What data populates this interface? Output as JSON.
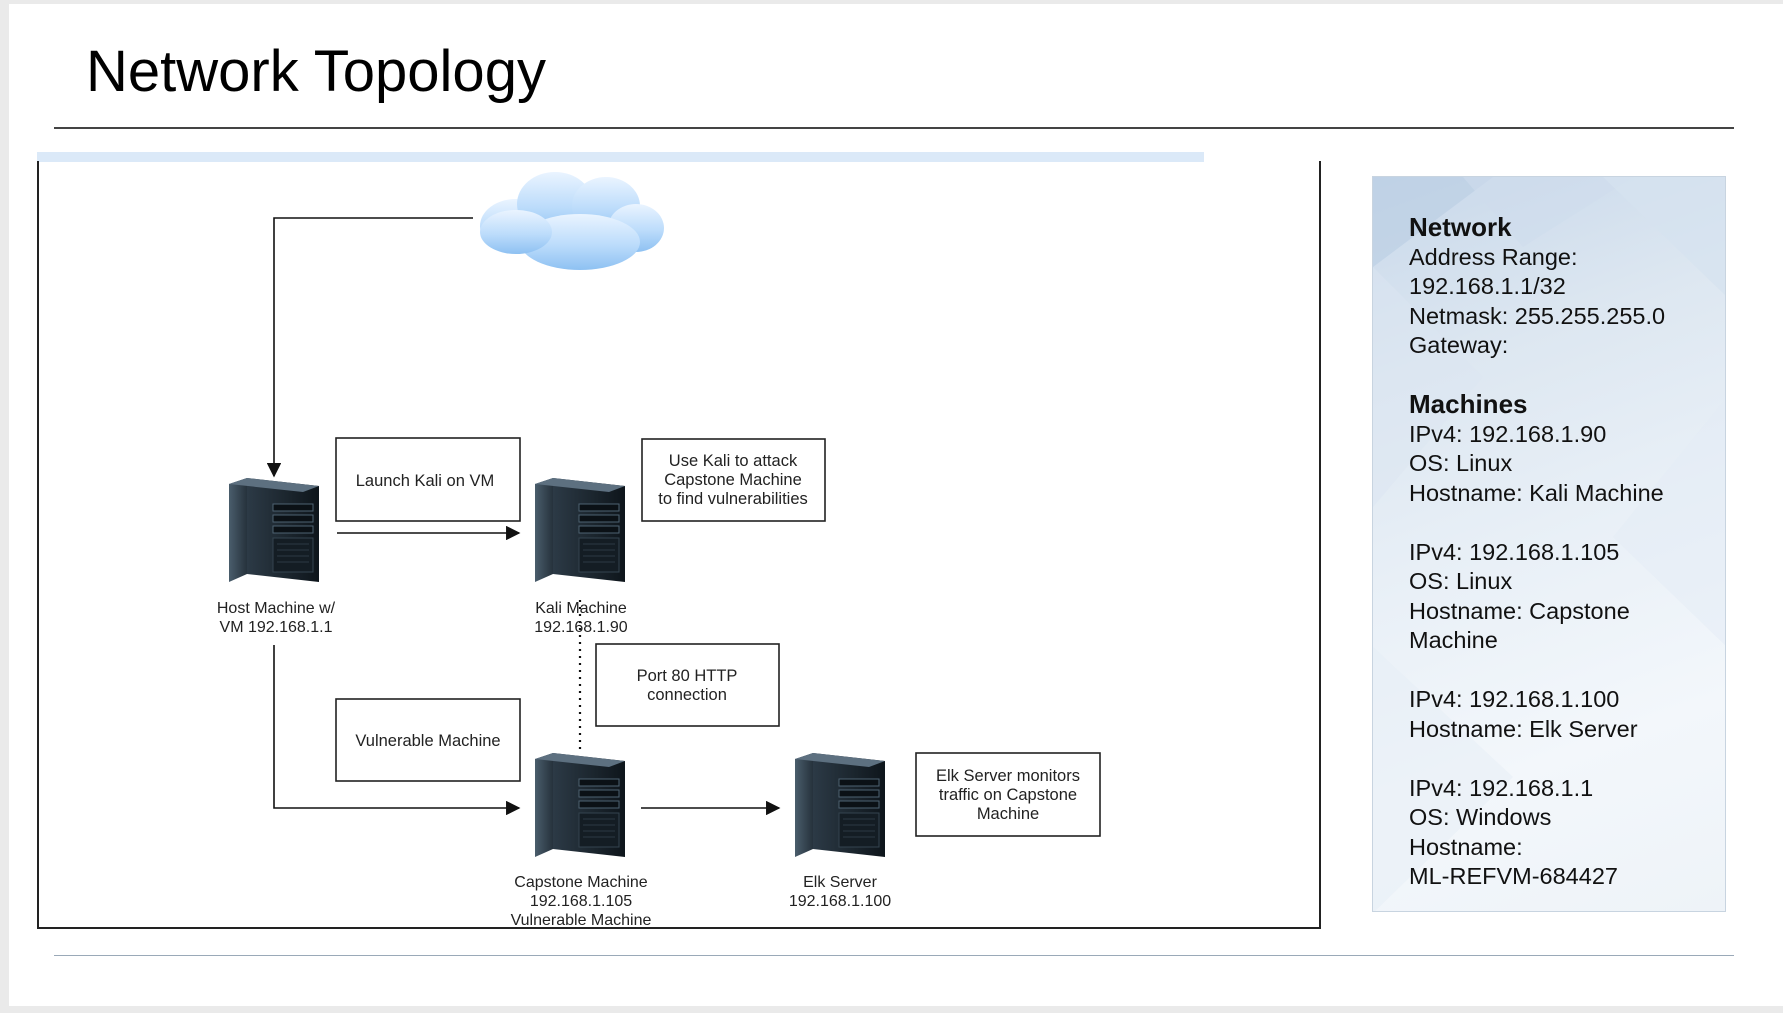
{
  "slide": {
    "title": "Network Topology"
  },
  "diagram": {
    "nodes": {
      "host": {
        "label_line1": "Host Machine w/",
        "label_line2": "VM 192.168.1.1"
      },
      "kali": {
        "label_line1": "Kali Machine",
        "label_line2": "192.168.1.90"
      },
      "capstone": {
        "label_line1": "Capstone Machine",
        "label_line2": "192.168.1.105",
        "label_line3": "Vulnerable Machine"
      },
      "elk": {
        "label_line1": "Elk Server",
        "label_line2": "192.168.1.100"
      }
    },
    "notes": {
      "launch_kali": "Launch Kali on VM",
      "use_kali_l1": "Use Kali to attack",
      "use_kali_l2": "Capstone Machine",
      "use_kali_l3": "to find vulnerabilities",
      "port80_l1": "Port 80 HTTP",
      "port80_l2": "connection",
      "vulnerable": "Vulnerable Machine",
      "elk_l1": "Elk Server monitors",
      "elk_l2": "traffic on Capstone",
      "elk_l3": "Machine"
    }
  },
  "info_panel": {
    "network_heading": "Network",
    "network_lines": [
      "Address Range:",
      "192.168.1.1/32",
      "Netmask: 255.255.255.0",
      "Gateway:"
    ],
    "machines_heading": "Machines",
    "machines": [
      [
        "IPv4: 192.168.1.90",
        "OS: Linux",
        "Hostname: Kali Machine"
      ],
      [
        "IPv4: 192.168.1.105",
        "OS: Linux",
        "Hostname: Capstone",
        "Machine"
      ],
      [
        "IPv4: 192.168.1.100",
        "Hostname: Elk Server"
      ],
      [
        "IPv4: 192.168.1.1",
        "OS: Windows",
        "Hostname:",
        "ML-REFVM-684427"
      ]
    ]
  },
  "colors": {
    "accent_bar": "#dbe9f8",
    "cloud": "#a8cdf5",
    "server": "#1f2a33"
  }
}
